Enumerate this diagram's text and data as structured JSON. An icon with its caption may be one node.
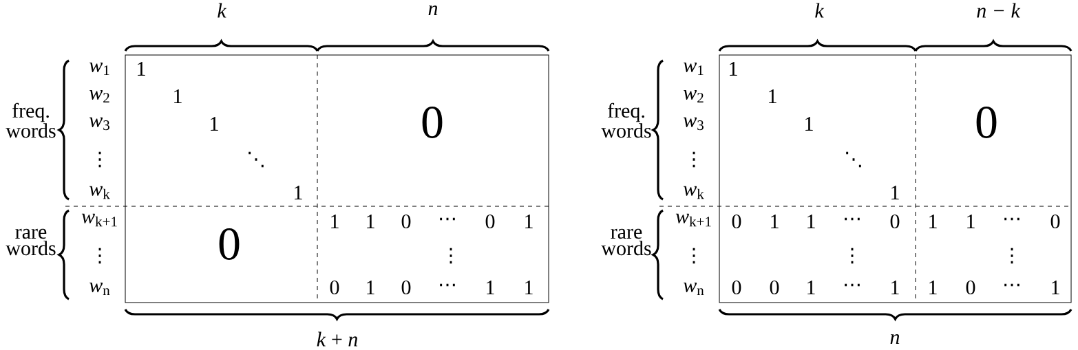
{
  "diagram": {
    "labels": [
      "k",
      "n",
      "freq. words",
      "*w*$_{1}$",
      "1",
      "*w*$_{2}$",
      "1",
      "*w*$_{3}$",
      "1",
      "0",
      "⋮",
      "⋱",
      "*w*$_{k}$",
      "1",
      "rare words",
      "*w*$_{k+1}$",
      "1",
      "1",
      "0",
      "⋯",
      "0",
      "1",
      "0",
      "⋮",
      "⋮",
      "*w*$_{n}$",
      "0",
      "1",
      "0",
      "⋯",
      "1",
      "1",
      "*k* + *n*",
      "k",
      "n − *k*",
      "freq. words",
      "*w*$_{1}$",
      "1",
      "*w*$_{2}$",
      "1",
      "*w*$_{3}$",
      "1",
      "0",
      "⋮",
      "⋱",
      "*w*$_{k}$",
      "1",
      "rare words",
      "*w*$_{k+1}$",
      "0",
      "1",
      "1",
      "⋯",
      "0",
      "1",
      "1",
      "⋯",
      "0",
      "⋮",
      "⋮",
      "⋮",
      "*w*$_{n}$",
      "0",
      "0",
      "1",
      "⋯",
      "1",
      "1",
      "0",
      "⋯",
      "1",
      "n"
    ]
  }
}
